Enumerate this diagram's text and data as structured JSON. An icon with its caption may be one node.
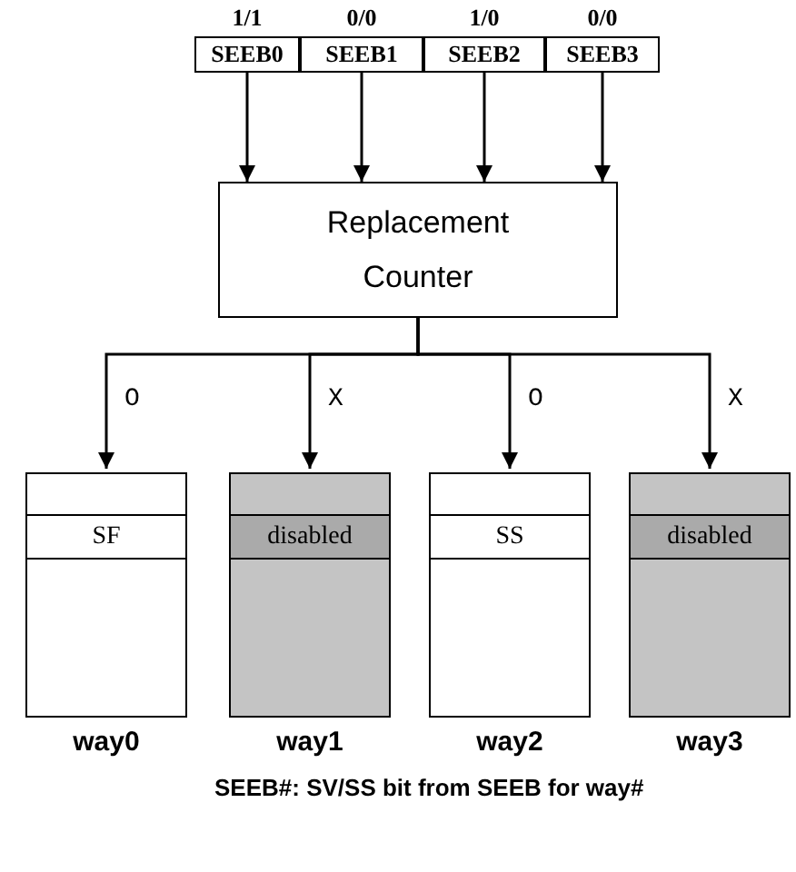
{
  "diagram": {
    "nodes": [
      {
        "text": [
          "SEEB0"
        ],
        "beside": [
          "1/1"
        ]
      },
      {
        "text": [
          "SEEB1"
        ],
        "beside": [
          "0/0"
        ]
      },
      {
        "text": [
          "SEEB2"
        ],
        "beside": [
          "1/0"
        ]
      },
      {
        "text": [
          "SEEB3"
        ],
        "beside": [
          "0/0"
        ]
      },
      {
        "text": [
          "Replacement Counter"
        ]
      },
      {
        "text": [
          "SF"
        ],
        "beside": [
          "way0"
        ]
      },
      {
        "text": [
          "disabled"
        ],
        "beside": [
          "way1"
        ]
      },
      {
        "text": [
          "SS"
        ],
        "beside": [
          "way2"
        ]
      },
      {
        "text": [
          "disabled"
        ],
        "beside": [
          "way3"
        ]
      }
    ],
    "edges": [
      {
        "from": 0,
        "to": 4,
        "arrow": "to"
      },
      {
        "from": 1,
        "to": 4,
        "arrow": "to"
      },
      {
        "from": 2,
        "to": 4,
        "arrow": "to"
      },
      {
        "from": 3,
        "to": 4,
        "arrow": "to"
      },
      {
        "from": 4,
        "to": 5,
        "arrow": "to",
        "label": "O"
      },
      {
        "from": 4,
        "to": 6,
        "arrow": "to",
        "label": "X"
      },
      {
        "from": 4,
        "to": 7,
        "arrow": "to",
        "label": "O"
      },
      {
        "from": 4,
        "to": 8,
        "arrow": "to",
        "label": "X"
      }
    ],
    "labels": [
      "SEEB#: SV/SS bit from SEEB for way#"
    ]
  }
}
